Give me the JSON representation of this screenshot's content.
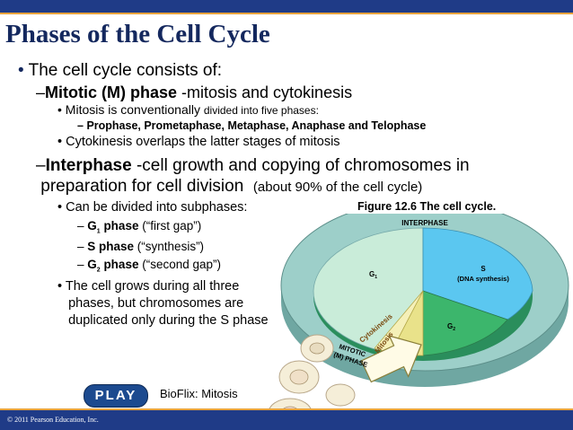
{
  "title": "Phases of the Cell Cycle",
  "bullets": {
    "intro": "The cell cycle consists of:",
    "mitotic_bold": "Mitotic (M) phase",
    "mitotic_rest": " -mitosis and cytokinesis",
    "mitosis_phases_a": "Mitosis is conventionally ",
    "mitosis_phases_b": "divided into five phases:",
    "phase_list": "Prophase, Prometaphase, Metaphase, Anaphase and Telophase",
    "cytokinesis": "Cytokinesis overlaps the latter stages of mitosis",
    "inter_bold": "Interphase",
    "inter_rest": " -cell growth and copying of chromosomes in",
    "inter_line2": "preparation for cell division",
    "inter_note": "(about 90% of the cell cycle)",
    "subphases": "Can be divided into subphases:",
    "g1_label": "G",
    "g1_sub": "1",
    "g1_bold": " phase",
    "g1_rest": " (“first gap”)",
    "s_bold": "S phase",
    "s_rest": " (“synthesis”)",
    "g2_label": "G",
    "g2_sub": "2",
    "g2_bold": " phase",
    "g2_rest": " (“second gap”)",
    "grow_line1": "The cell grows during all three",
    "grow_line2": "phases, but chromosomes are",
    "grow_line3": "duplicated only during the S phase"
  },
  "figure": {
    "caption": "Figure 12.6 The cell cycle.",
    "interphase": "INTERPHASE",
    "g1": "G",
    "g1_sub": "1",
    "s": "S",
    "s_sub": "(DNA synthesis)",
    "g2": "G",
    "g2_sub": "2",
    "cytokinesis": "Cytokinesis",
    "mitosis": "Mitosis",
    "mitotic": "MITOTIC",
    "m_phase": "(M) PHASE",
    "colors": {
      "g1": "#c9ecd9",
      "s": "#5bc7f0",
      "g2": "#3cb66c",
      "mitosis": "#f2ec9c",
      "ring": "#9dcfc9"
    }
  },
  "play_label": "PLAY",
  "bioflix": "BioFlix: Mitosis",
  "copyright": "© 2011 Pearson Education, Inc."
}
